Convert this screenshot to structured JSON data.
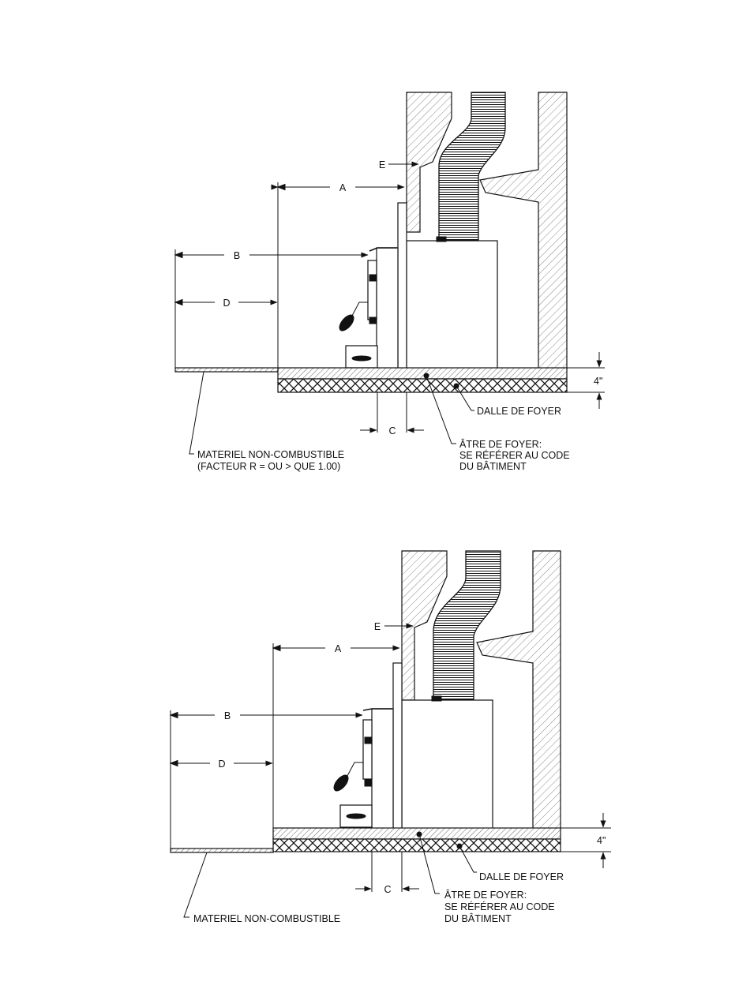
{
  "diagrams": [
    {
      "labels": {
        "a": "A",
        "b": "B",
        "c": "C",
        "d": "D",
        "e": "E",
        "height": "4\"",
        "dalle": "DALLE DE FOYER",
        "atre_1": "ÂTRE DE FOYER:",
        "atre_2": "SE RÉFÉRER AU CODE",
        "atre_3": "DU BÂTIMENT",
        "materiel_1": "MATERIEL NON-COMBUSTIBLE",
        "materiel_2": "(FACTEUR R = OU > QUE 1.00)"
      }
    },
    {
      "labels": {
        "a": "A",
        "b": "B",
        "c": "C",
        "d": "D",
        "e": "E",
        "height": "4\"",
        "dalle": "DALLE DE FOYER",
        "atre_1": "ÂTRE DE FOYER:",
        "atre_2": "SE RÉFÉRER AU CODE",
        "atre_3": "DU BÂTIMENT",
        "materiel_1": "MATERIEL NON-COMBUSTIBLE"
      }
    }
  ]
}
